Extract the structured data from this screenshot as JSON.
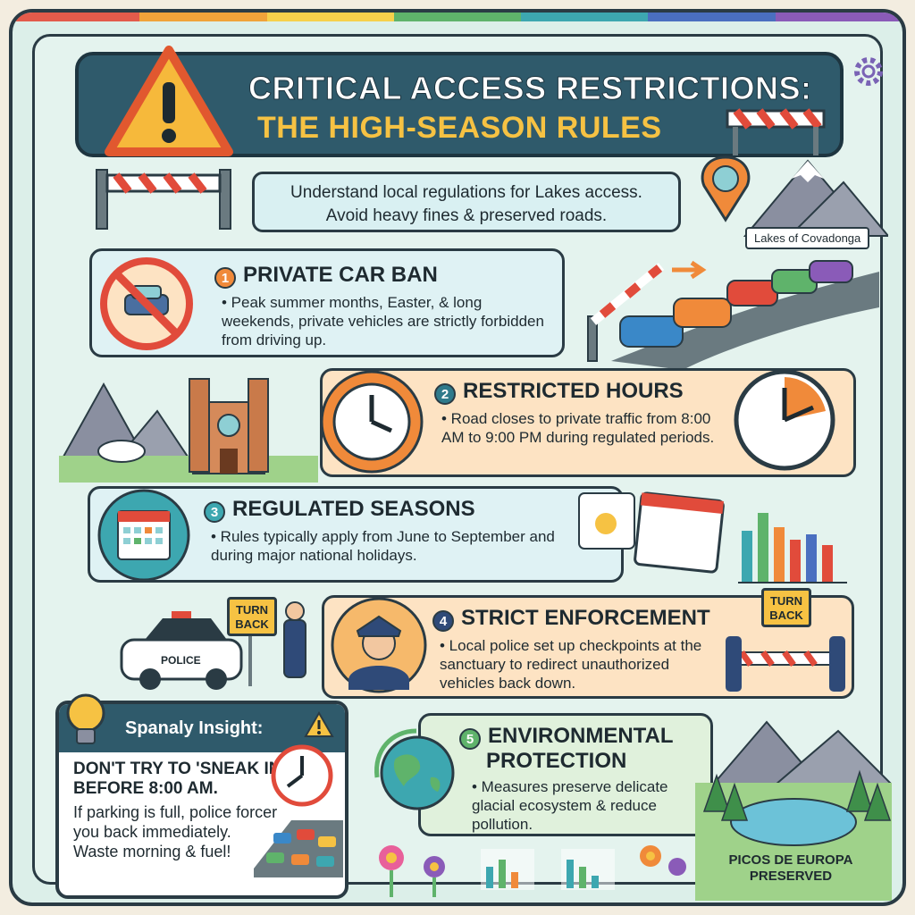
{
  "title": {
    "line1": "CRITICAL ACCESS RESTRICTIONS:",
    "line2": "THE HIGH-SEASON RULES"
  },
  "intro": {
    "line1": "Understand local regulations for Lakes access.",
    "line2": "Avoid heavy fines & preserved roads."
  },
  "location_label": "Lakes of Covadonga",
  "rules": [
    {
      "number": "1",
      "heading": "PRIVATE CAR BAN",
      "text": "• Peak summer months, Easter, & long weekends, private vehicles are strictly forbidden from driving up."
    },
    {
      "number": "2",
      "heading": "RESTRICTED HOURS",
      "text": "• Road closes to private traffic from 8:00 AM to 9:00 PM during regulated periods."
    },
    {
      "number": "3",
      "heading": "REGULATED SEASONS",
      "text": "• Rules typically apply from June to September and during major national holidays."
    },
    {
      "number": "4",
      "heading": "STRICT ENFORCEMENT",
      "text": "• Local police set up checkpoints at the sanctuary to redirect unauthorized vehicles back down."
    },
    {
      "number": "5",
      "heading_line1": "ENVIRONMENTAL",
      "heading_line2": "PROTECTION",
      "text": "• Measures preserve delicate glacial ecosystem & reduce pollution."
    }
  ],
  "signs": {
    "turn_back_left": "TURN BACK",
    "turn_back_right": "TURN BACK",
    "police_car": "POLICE"
  },
  "insight": {
    "header": "Spanaly Insight:",
    "bold_line": "DON'T TRY TO 'SNEAK IN' BEFORE 8:00 AM.",
    "text": "If parking is full, police forcer you back immediately. Waste morning & fuel!"
  },
  "preserved_label": "PICOS DE EUROPA PRESERVED",
  "colors": {
    "navy": "#2f5a6b",
    "accent_yellow": "#f6c243",
    "orange": "#f08a3a",
    "red": "#e14b3b",
    "card_blue": "#dff2f4",
    "card_orange": "#fde3c3",
    "card_green": "#e0f1dc"
  },
  "icons": [
    "warning-icon",
    "no-car-icon",
    "clock-icon",
    "calendar-icon",
    "police-officer-icon",
    "globe-leaf-icon",
    "lightbulb-icon",
    "gear-icon",
    "map-pin-icon",
    "barrier-icon"
  ]
}
